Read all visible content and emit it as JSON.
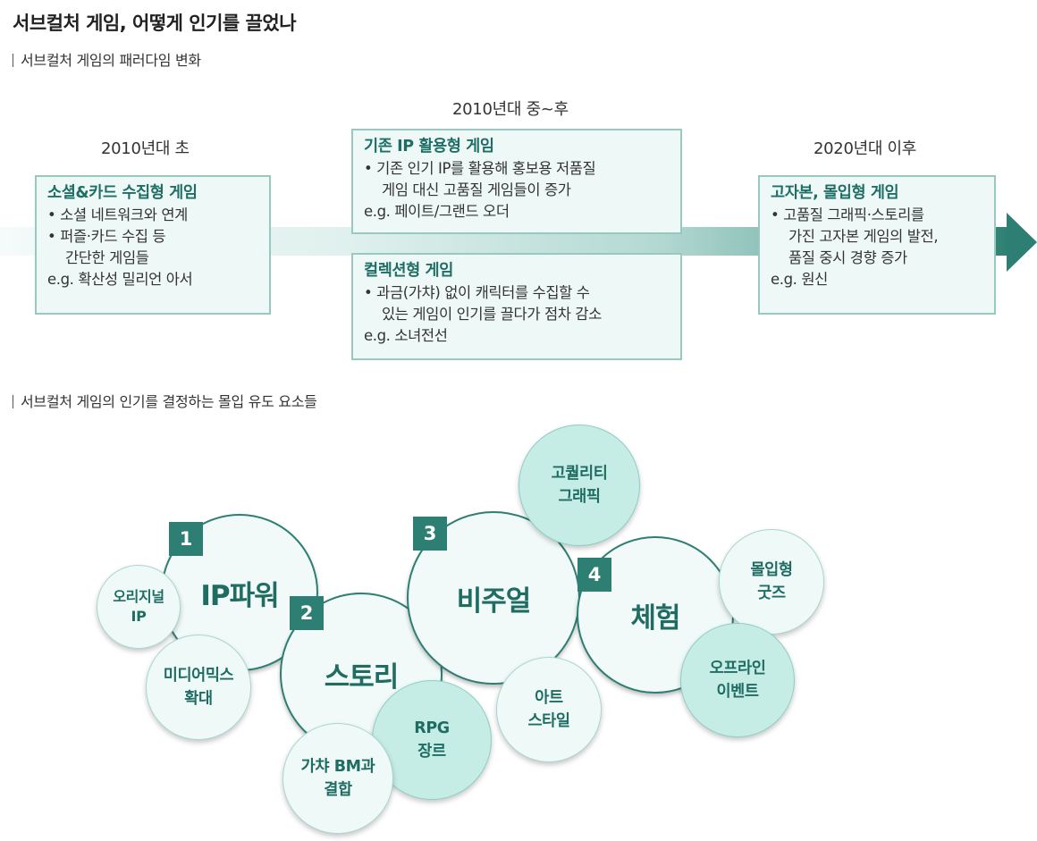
{
  "title": "서브컬처 게임, 어떻게 인기를 끌었나",
  "subtitle1": "서브컬처 게임의 패러다임 변화",
  "subtitle2": "서브컬처 게임의 인기를 결정하는 몰입 유도 요소들",
  "timeline": {
    "eras": [
      "2010년대 초",
      "2010년대 중~후",
      "2020년대 이후"
    ],
    "boxes": [
      {
        "title": "소셜&카드 수집형 게임",
        "lines": [
          "• 소셜 네트워크와 연계",
          "• 퍼즐·카드 수집 등",
          "간단한 게임들",
          "e.g. 확산성 밀리언 아서"
        ]
      },
      {
        "title": "기존 IP 활용형 게임",
        "lines": [
          "• 기존 인기 IP를 활용해 홍보용 저품질",
          "게임 대신 고품질 게임들이 증가",
          "e.g. 페이트/그랜드 오더"
        ]
      },
      {
        "title": "컬렉션형 게임",
        "lines": [
          "• 과금(가챠) 없이 캐릭터를 수집할 수",
          "있는 게임이 인기를 끌다가 점차 감소",
          "e.g. 소녀전선"
        ]
      },
      {
        "title": "고자본, 몰입형 게임",
        "lines": [
          "• 고품질 그래픽·스토리를",
          "가진 고자본 게임의 발전,",
          "품질 중시 경향 증가",
          "e.g. 원신"
        ]
      }
    ]
  },
  "elements": {
    "main": [
      {
        "num": "1",
        "label": "IP파워"
      },
      {
        "num": "2",
        "label": "스토리"
      },
      {
        "num": "3",
        "label": "비주얼"
      },
      {
        "num": "4",
        "label": "체험"
      }
    ],
    "sub": [
      "오리지널\nIP",
      "미디어믹스\n확대",
      "RPG\n장르",
      "가챠 BM과\n결합",
      "고퀄리티\n그래픽",
      "아트\n스타일",
      "몰입형\n굿즈",
      "오프라인\n이벤트"
    ]
  },
  "colors": {
    "accent": "#2e7f73",
    "box_bg": "#eef8f6",
    "box_border": "#97c9c0",
    "title_green": "#1e6e65",
    "circle_light": "#effaf8",
    "circle_dark": "#c6ece6"
  }
}
